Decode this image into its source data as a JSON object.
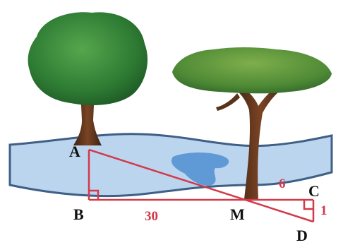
{
  "figure": {
    "points": {
      "A": "A",
      "B": "B",
      "M": "M",
      "C": "C",
      "D": "D"
    },
    "measures": {
      "BM": "30",
      "MC": "6",
      "CD": "1"
    },
    "colors": {
      "construction": "#d23a4a",
      "measure_text": "#d23a4a",
      "river": "#b9d3ee",
      "river_edge": "#3e5f86",
      "tree_foliage": "#2f7a36",
      "tree_trunk": "#6b3b1f"
    }
  }
}
